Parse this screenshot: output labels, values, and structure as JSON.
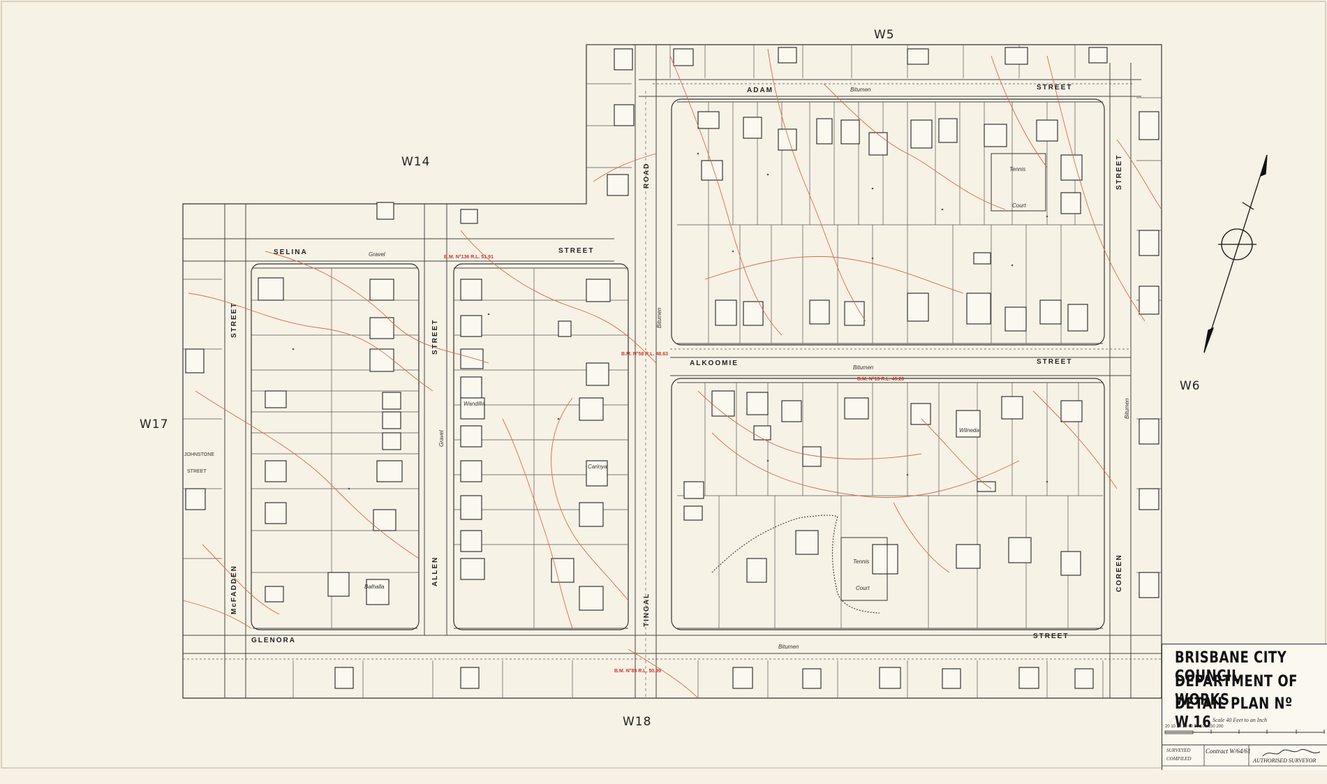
{
  "sheet_refs": {
    "north": "W5",
    "north_west": "W14",
    "west": "W17",
    "east": "W6",
    "south": "W18"
  },
  "streets": {
    "adam": [
      "ADAM",
      "STREET"
    ],
    "selina": [
      "SELINA",
      "STREET"
    ],
    "alkoomie": [
      "ALKOOMIE",
      "STREET"
    ],
    "glenora": [
      "GLENORA",
      "STREET"
    ],
    "road": "ROAD",
    "tingal": "TINGAL",
    "allen": [
      "ALLEN",
      "STREET"
    ],
    "mcfadden": [
      "McFADDEN",
      "STREET"
    ],
    "coreen": [
      "COREEN",
      "STREET"
    ],
    "johnstone": [
      "JOHNSTONE",
      "STREET"
    ]
  },
  "surface_notes": [
    "Bitumen",
    "Gravel",
    "Bitumen",
    "Bitumen",
    "Bitumen",
    "Bitumen",
    "Gravel"
  ],
  "property_names": [
    "Tennis",
    "Court",
    "Tennis",
    "Court",
    "Wilneda",
    "Balhalla",
    "Wandilla",
    "Carinya"
  ],
  "benchmarks": [
    "B.M. N°136 R.L. 51.91",
    "B.M. N°58 R.L. 48.63",
    "B.M. N°13 R.L. 46.28",
    "B.M. N°85 R.L. 50.99"
  ],
  "title_block": {
    "line1": "BRISBANE CITY COUNCIL",
    "line2": "DEPARTMENT OF WORKS",
    "line3": "DETAIL PLAN Nº W.16",
    "scale": "Scale  40 Feet to an Inch",
    "scale_ticks": "20 10 20 30 40        50        100        150        200",
    "surveyed": "SURVEYED",
    "compiled": "COMPILED",
    "contract": "Contract W/64/61",
    "authorised": "AUTHORISED SURVEYOR"
  },
  "colors": {
    "paper": "#f7f2e6",
    "ink": "#222222",
    "contour": "#d66a4a"
  }
}
